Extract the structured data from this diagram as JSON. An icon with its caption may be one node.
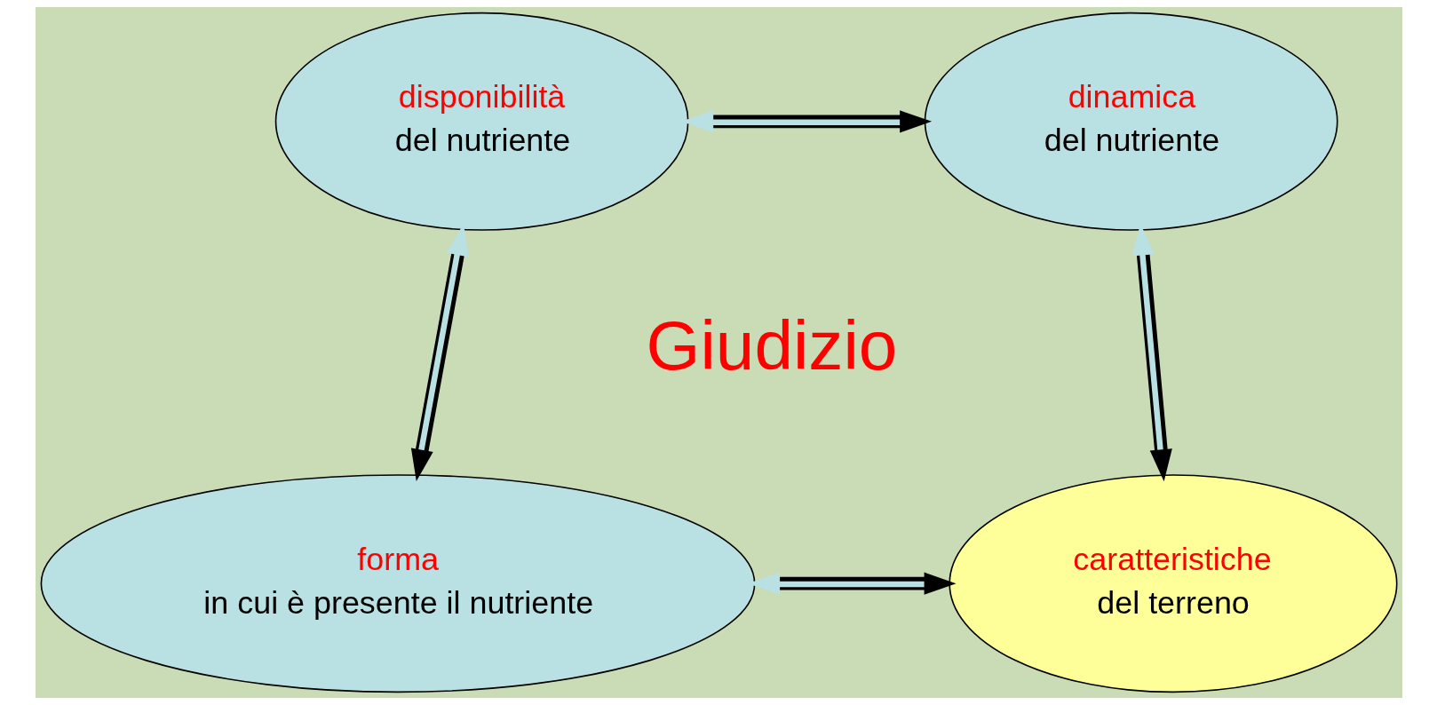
{
  "diagram": {
    "nodes": [
      {
        "text": [
          "disponibilità",
          "del nutriente"
        ]
      },
      {
        "text": [
          "dinamica",
          "del nutriente"
        ]
      },
      {
        "text": [
          "forma",
          "in cui è presente il nutriente"
        ]
      },
      {
        "text": [
          "caratteristiche",
          "del terreno"
        ]
      }
    ],
    "edges": [
      {
        "from": 0,
        "to": 1,
        "arrow": "both"
      },
      {
        "from": 0,
        "to": 2,
        "arrow": "both"
      },
      {
        "from": 1,
        "to": 3,
        "arrow": "both"
      },
      {
        "from": 2,
        "to": 3,
        "arrow": "both"
      }
    ],
    "labels": [
      "Giudizio"
    ]
  }
}
